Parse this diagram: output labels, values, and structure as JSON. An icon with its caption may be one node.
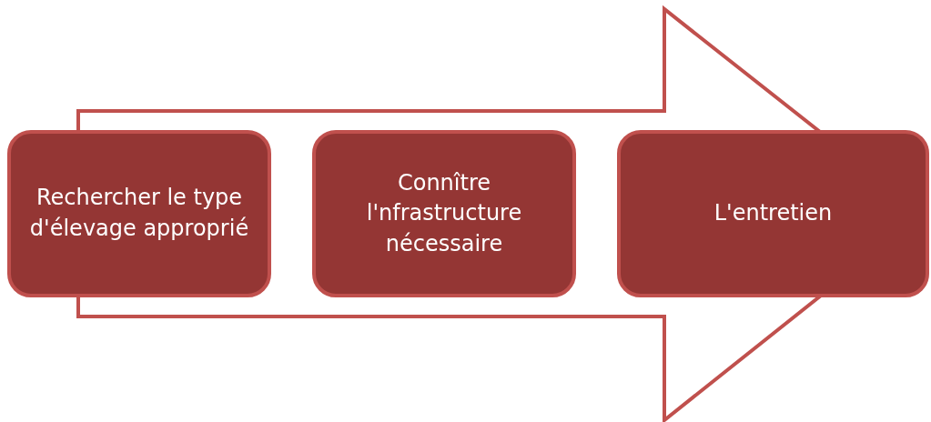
{
  "diagram": {
    "nodes": [
      {
        "text": [
          "Rechercher le type d'élevage approprié"
        ]
      },
      {
        "text": [
          "Connître l'nfrastructure nécessaire"
        ]
      },
      {
        "text": [
          "L'entretien"
        ]
      }
    ],
    "edges": [
      {
        "from": 0,
        "to": 2,
        "arrow": "to"
      }
    ]
  }
}
